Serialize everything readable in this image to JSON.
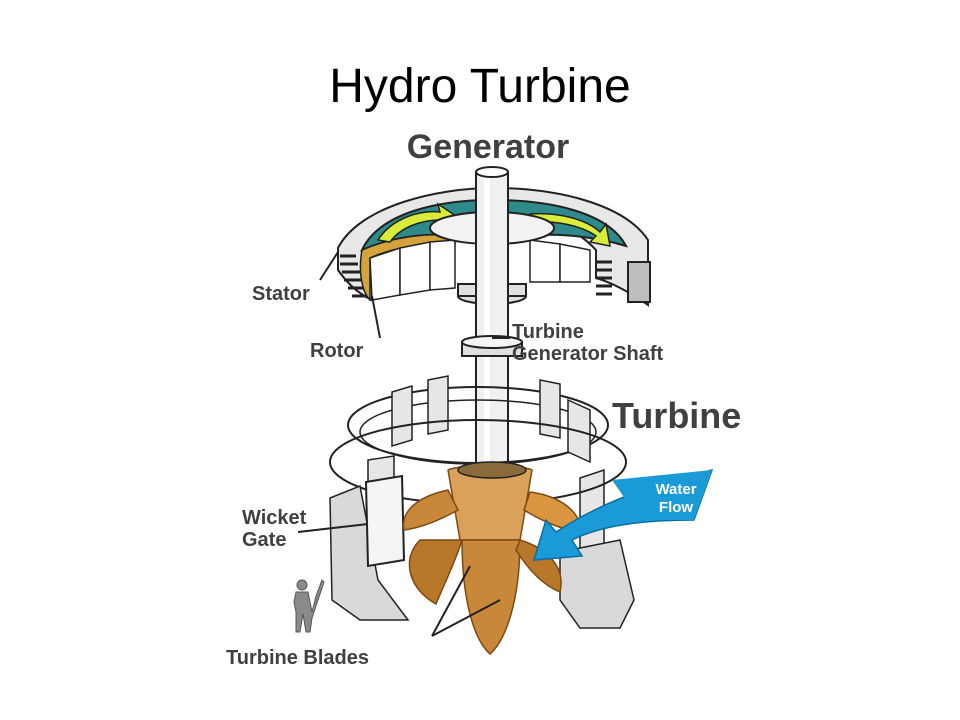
{
  "slide": {
    "title": "Hydro Turbine"
  },
  "diagram": {
    "headings": {
      "generator": "Generator",
      "turbine": "Turbine"
    },
    "labels": {
      "stator": "Stator",
      "rotor": "Rotor",
      "shaft_line1": "Turbine",
      "shaft_line2": "Generator Shaft",
      "wicket_line1": "Wicket",
      "wicket_line2": "Gate",
      "blades": "Turbine Blades",
      "water_line1": "Water",
      "water_line2": "Flow"
    },
    "colors": {
      "rotor_teal": "#2f8a8c",
      "rotor_gold": "#d6a23a",
      "arrow_green": "#d9ec3a",
      "stator_shell": "#e6e6e6",
      "blade_bronze": "#c9873a",
      "water_blue": "#1a9bd7",
      "outline": "#222222",
      "label_text": "#404040"
    }
  }
}
